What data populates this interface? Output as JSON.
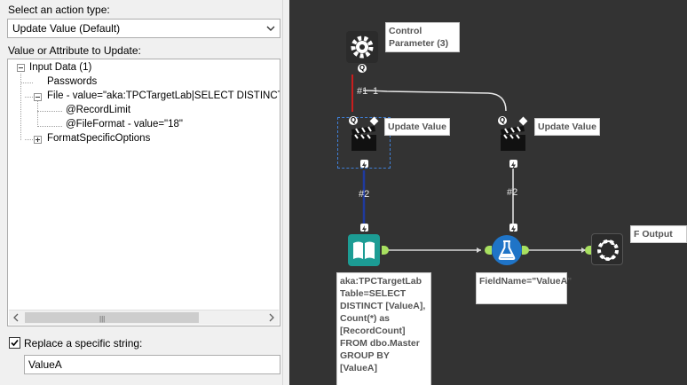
{
  "panel": {
    "action_type_label": "Select an action type:",
    "action_type_value": "Update Value (Default)",
    "attribute_label": "Value or Attribute to Update:",
    "tree": [
      {
        "label": "Input Data (1)",
        "level": 0,
        "expander": "minus"
      },
      {
        "label": "Passwords",
        "level": 1
      },
      {
        "label": "File - value=\"aka:TPCTargetLab|SELECT DISTINCT [Va",
        "level": 1,
        "expander": "minus"
      },
      {
        "label": "@RecordLimit",
        "level": 2
      },
      {
        "label": "@FileFormat - value=\"18\"",
        "level": 2
      },
      {
        "label": "FormatSpecificOptions",
        "level": 1,
        "expander": "plus"
      }
    ],
    "replace_label": "Replace a specific string:",
    "replace_checked": true,
    "replace_value": "ValueA"
  },
  "canvas": {
    "control_param": {
      "annotation": "Control Parameter (3)",
      "icon": "gear-icon",
      "badge": "Q"
    },
    "update_value_1": {
      "annotation": "Update Value",
      "icon": "clapperboard-icon"
    },
    "update_value_2": {
      "annotation": "Update Value",
      "icon": "clapperboard-icon"
    },
    "connection_labels": {
      "cp_left": "#1",
      "cp_right": "1",
      "uv1_down": "#2",
      "uv2_down": "#2"
    },
    "input_tool": {
      "annotation": "aka:TPCTargetLab Table=SELECT DISTINCT [ValueA], Count(*) as [RecordCount] FROM dbo.Master GROUP BY [ValueA]",
      "icon": "book-icon"
    },
    "formula_tool": {
      "annotation": "FieldName=\"ValueA\"",
      "icon": "flask-icon"
    },
    "output_tool": {
      "annotation": "F Output",
      "icon": "gear-arrows-icon"
    },
    "colors": {
      "background": "#333333",
      "input_teal": "#1c9c94",
      "formula_blue": "#1f74c7",
      "wire_red": "#c81e1e",
      "wire_blue": "#1f3a9e",
      "wire_white": "#e8e8e8"
    }
  }
}
